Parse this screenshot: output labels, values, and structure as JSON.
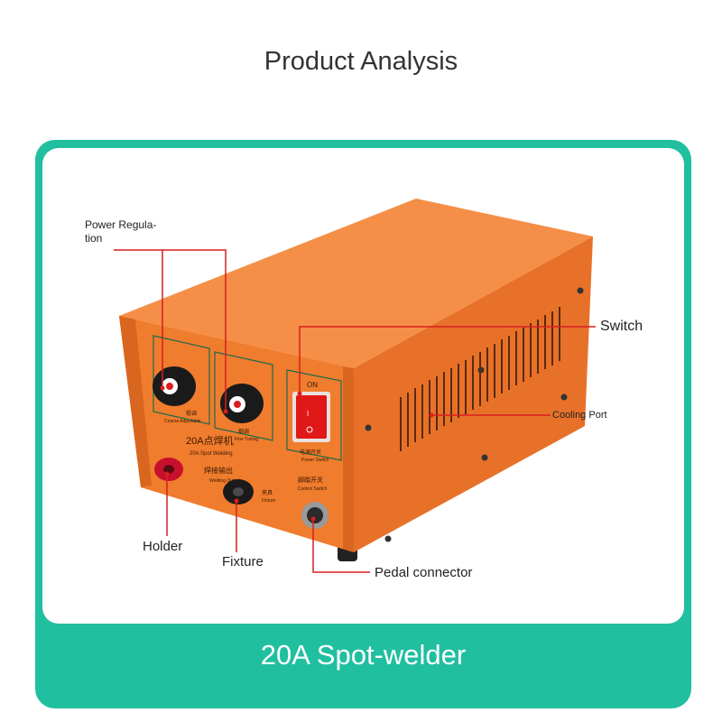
{
  "header": {
    "title": "Product Analysis"
  },
  "footer": {
    "caption": "20A Spot-welder"
  },
  "callouts": {
    "power_regulation_line1": "Power Regula-",
    "power_regulation_line2": "tion",
    "switch": "Switch",
    "cooling_port": "Cooling Port",
    "holder": "Holder",
    "fixture": "Fixture",
    "pedal_connector": "Pedal connector"
  },
  "device": {
    "model_cn": "20A点焊机",
    "model_en": "20A Spot Welding",
    "coarse_cn": "粗调",
    "coarse_en": "Coarse Adjustable",
    "fine_cn": "细调",
    "fine_en": "Fine Tuning",
    "switch_on_label": "ON",
    "power_switch_cn": "电源开关",
    "power_switch_en": "Power Switch",
    "output_cn": "焊接输出",
    "output_en": "Welding Output",
    "fixture_cn": "夹具",
    "fixture_en": "Fixture",
    "pedal_cn": "脚踏开关",
    "pedal_en": "Control Switch"
  },
  "colors": {
    "accent_teal": "#20bfa0",
    "device_orange": "#f07c2e",
    "callout_red": "#d81e1e"
  }
}
